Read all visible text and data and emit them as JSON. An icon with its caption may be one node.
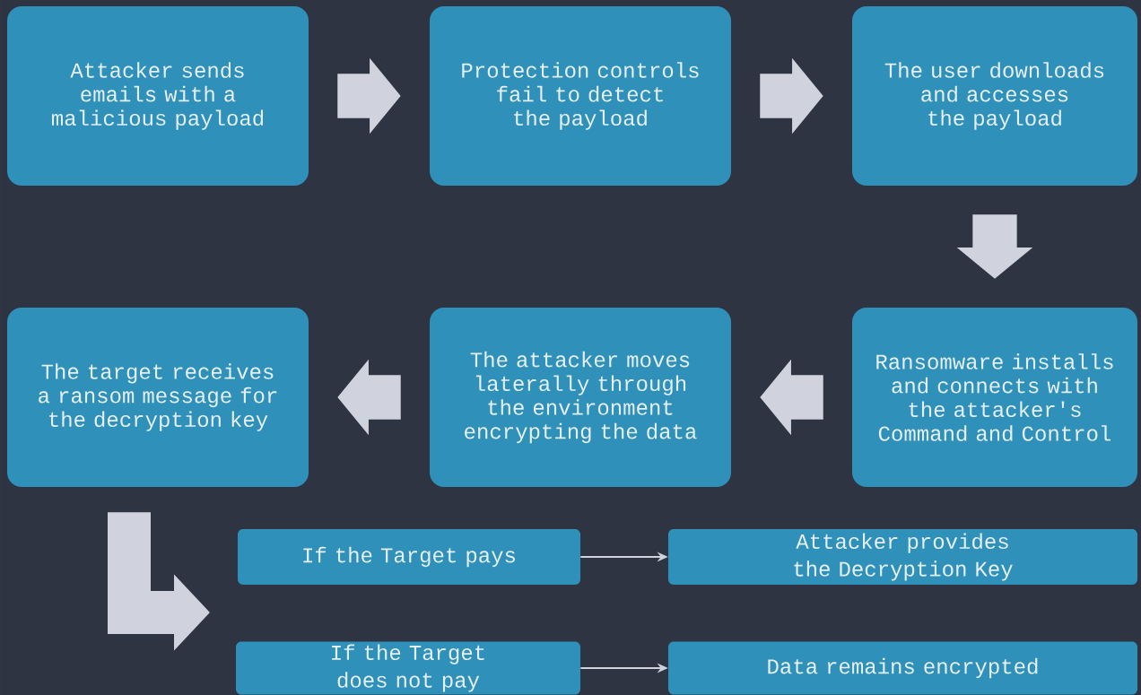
{
  "diagram": {
    "nodes": [
      {
        "text": [
          "Attacker sends emails with a malicious payload"
        ]
      },
      {
        "text": [
          "Protection controls fail to detect the payload"
        ]
      },
      {
        "text": [
          "The user downloads and accesses the payload"
        ]
      },
      {
        "text": [
          "Ransomware installs and connects with the attacker's Command and Control"
        ]
      },
      {
        "text": [
          "The attacker moves laterally through the environment encrypting the data"
        ]
      },
      {
        "text": [
          "The target receives a ransom message for the decryption key"
        ]
      },
      {
        "text": [
          "If the Target pays"
        ]
      },
      {
        "text": [
          "Attacker provides the Decryption Key"
        ]
      },
      {
        "text": [
          "If the Target does not pay"
        ]
      },
      {
        "text": [
          "Data remains encrypted"
        ]
      }
    ],
    "edges": [
      {
        "from": 0,
        "to": 1,
        "arrow": "to"
      },
      {
        "from": 1,
        "to": 2,
        "arrow": "to"
      },
      {
        "from": 2,
        "to": 3,
        "arrow": "to"
      },
      {
        "from": 3,
        "to": 4,
        "arrow": "to"
      },
      {
        "from": 4,
        "to": 5,
        "arrow": "to"
      },
      {
        "from": 5,
        "to": 6,
        "arrow": "to"
      },
      {
        "from": 5,
        "to": 8,
        "arrow": "to"
      },
      {
        "from": 6,
        "to": 7,
        "arrow": "to"
      },
      {
        "from": 8,
        "to": 9,
        "arrow": "to"
      }
    ]
  }
}
